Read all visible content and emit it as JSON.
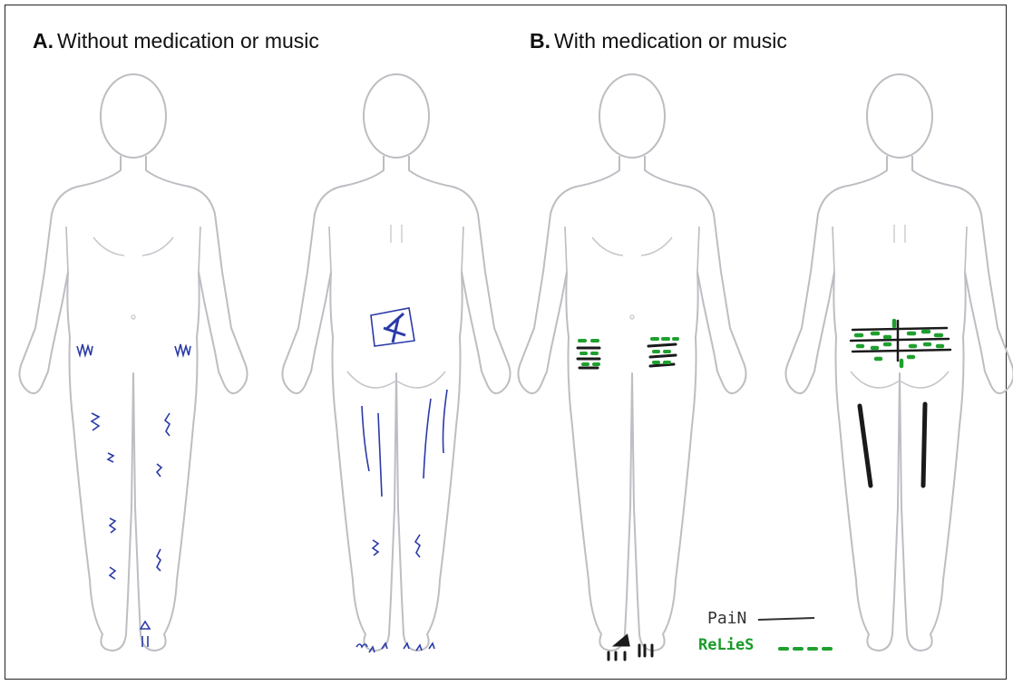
{
  "panels": [
    {
      "letter": "A.",
      "title": "Without medication or music"
    },
    {
      "letter": "B.",
      "title": "With medication or music"
    }
  ],
  "figures": [
    {
      "panel": "A",
      "view": "front",
      "markings": "pain zigzags on hips, thighs, shins, feet",
      "ink": "#2b3aa8"
    },
    {
      "panel": "A",
      "view": "back",
      "markings": "pain box on lower back, lines on thighs, zigzags on calves and feet",
      "ink": "#2b3aa8"
    },
    {
      "panel": "B",
      "view": "front",
      "markings": "pain and relief dashes on hips, marks on feet",
      "ink": "#1a1a1a"
    },
    {
      "panel": "B",
      "view": "back",
      "markings": "pain and relief dashes on lower back, lines on thighs",
      "ink": "#1a1a1a"
    }
  ],
  "legend": {
    "pain_label": "PaiN",
    "relief_label": "ReLieS",
    "pain_color": "#333333",
    "relief_color": "#1a9a2a"
  },
  "colors": {
    "outline": "#bdbdc3",
    "panel_a_ink": "#2b3aa8",
    "pain_ink": "#1a1a1a",
    "relief_ink": "#1fa02e"
  }
}
